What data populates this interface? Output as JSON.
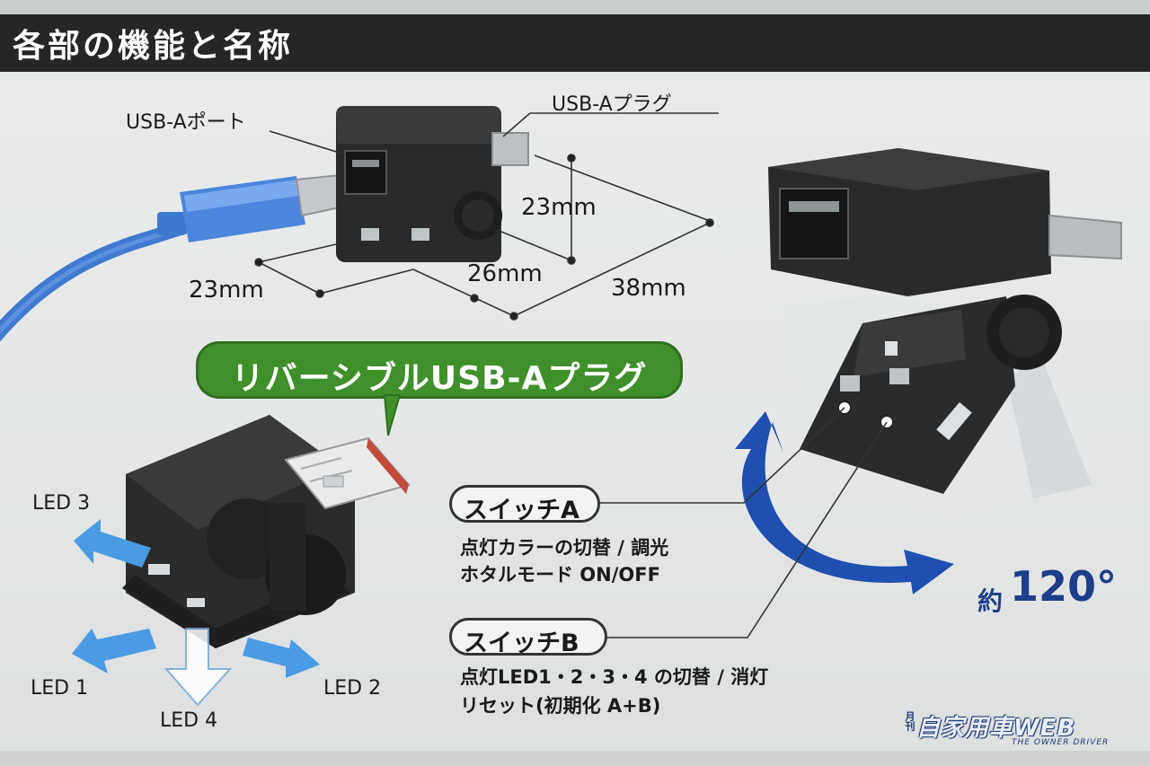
{
  "header": {
    "title": "各部の機能と名称"
  },
  "labels": {
    "usb_port": "USB-Aポート",
    "usb_plug": "USB-Aプラグ",
    "dim_height": "23mm",
    "dim_width": "23mm",
    "dim_depth": "26mm",
    "dim_length": "38mm"
  },
  "callout": {
    "reversible_plug": "リバーシブルUSB-Aプラグ"
  },
  "leds": {
    "led1": "LED 1",
    "led2": "LED 2",
    "led3": "LED 3",
    "led4": "LED 4"
  },
  "switch_a": {
    "label": "スイッチA",
    "line1": "点灯カラーの切替 / 調光",
    "line2": "ホタルモード ON/OFF"
  },
  "switch_b": {
    "label": "スイッチB",
    "line1": "点灯LED1・2・3・4 の切替 / 消灯",
    "line2": "リセット(初期化 A+B)"
  },
  "rotation": {
    "prefix": "約",
    "value": "120°"
  },
  "logo": {
    "vertical": "月刊",
    "main": "自家用車WEB",
    "sub": "THE OWNER DRIVER"
  },
  "colors": {
    "header_bg": "#262626",
    "callout_green": "#3f8f2a",
    "arrow_blue": "#3b82d6",
    "rotation_arrow": "#1f4fb0"
  }
}
